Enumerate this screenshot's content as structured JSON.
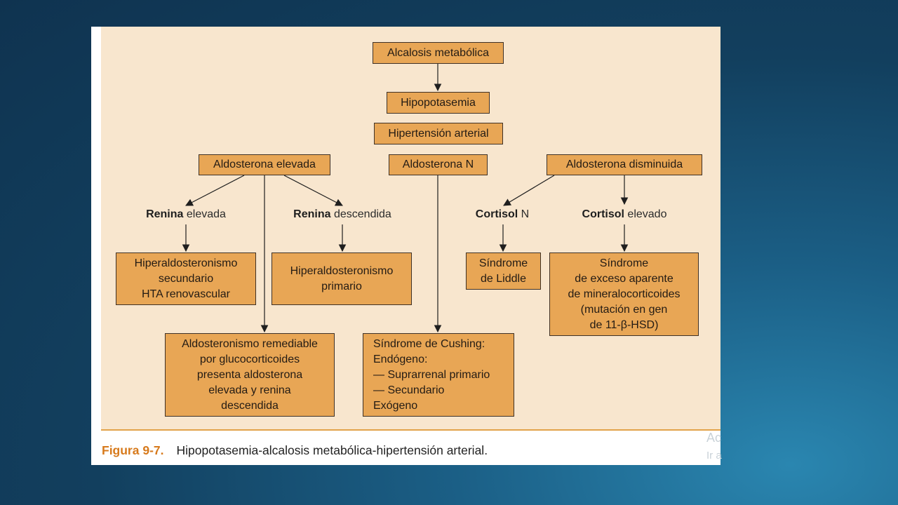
{
  "diagram": {
    "nodes": {
      "alcalosis": "Alcalosis metabólica",
      "hipopotasemia": "Hipopotasemia",
      "hipertension": "Hipertensión arterial",
      "aldo_elevada": "Aldosterona elevada",
      "aldo_n": "Aldosterona N",
      "aldo_disminuida": "Aldosterona disminuida",
      "hiperaldo_secundario": "Hiperaldosteronismo\nsecundario\nHTA renovascular",
      "hiperaldo_primario": "Hiperaldosteronismo\nprimario",
      "remediable": "Aldosteronismo remediable\npor glucocorticoides\npresenta aldosterona\nelevada y renina\ndescendida",
      "cushing": "Síndrome de Cushing:\nEndógeno:\n—  Suprarrenal primario\n—  Secundario\nExógeno",
      "liddle": "Síndrome\nde Liddle",
      "exceso_mineralo": "Síndrome\nde exceso aparente\nde mineralocorticoides\n(mutación en gen\nde 11-β-HSD)"
    },
    "labels": {
      "renina_elevada": {
        "bold": "Renina",
        "rest": " elevada"
      },
      "renina_descendida": {
        "bold": "Renina",
        "rest": " descendida"
      },
      "cortisol_n": {
        "bold": "Cortisol",
        "rest": " N"
      },
      "cortisol_elevado": {
        "bold": "Cortisol",
        "rest": " elevado"
      }
    }
  },
  "caption": {
    "figure": "Figura 9-7.",
    "text": "Hipopotasemia-alcalosis metabólica-hipertensión arterial."
  },
  "watermark": {
    "line1": "Ac",
    "line2": "Ir a"
  },
  "colors": {
    "box_fill": "#e8a655",
    "panel": "#f8e6ce",
    "figure_label": "#d77a1c"
  }
}
